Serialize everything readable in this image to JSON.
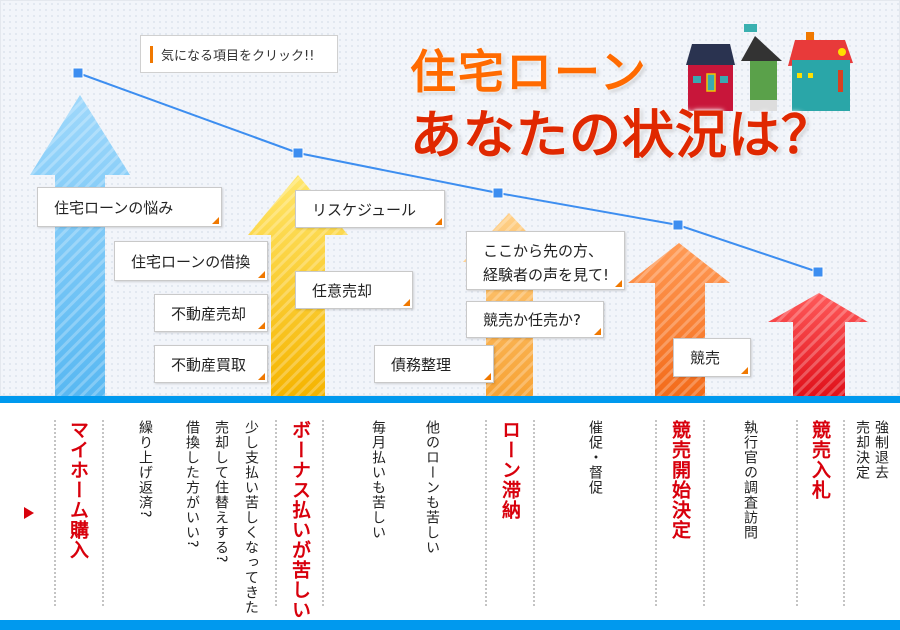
{
  "title": {
    "line1": "住宅ローン",
    "line2": "あなたの状況は？"
  },
  "hint": "気になる項目をクリック!!",
  "colors": {
    "accent": "#0099ee",
    "orange": "#f07800",
    "red": "#d8000c"
  },
  "labels": [
    "住宅ローンの悩み",
    "住宅ローンの借換",
    "不動産売却",
    "不動産買取",
    "リスケジュール",
    "任意売却",
    "債務整理",
    "ここから先の方、",
    "経験者の声を見て!",
    "競売か任売か?",
    "競売"
  ],
  "stages": [
    "マイホーム購入",
    "ボーナス払いが苦しい",
    "ローン滞納",
    "競売開始決定",
    "競売入札"
  ],
  "situations": [
    "繰り上げ返済?",
    "借換した方がいい?",
    "売却して住替えする?",
    "少し支払い苦しくなってきた",
    "毎月払いも苦しい",
    "他のローンも苦しい",
    "催促・督促",
    "執行官の調査訪問",
    "売却決定",
    "強制退去"
  ]
}
